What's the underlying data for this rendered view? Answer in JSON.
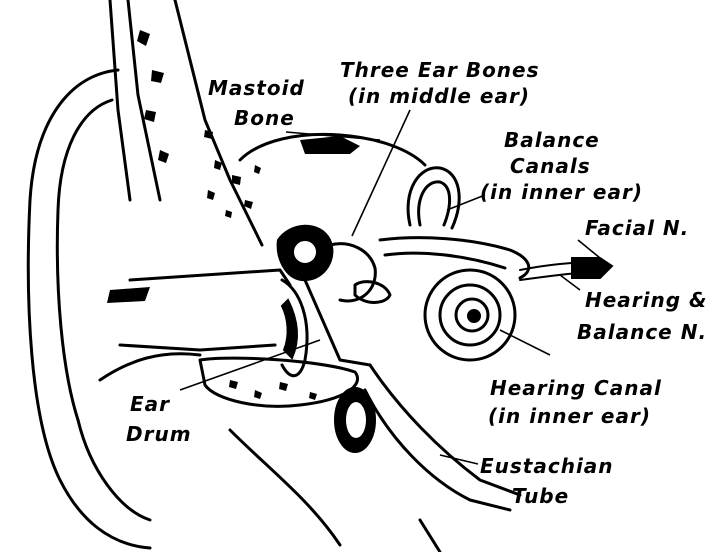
{
  "labels": {
    "three_ear_bones_1": "Three Ear Bones",
    "three_ear_bones_2": "(in middle ear)",
    "mastoid_1": "Mastoid",
    "mastoid_2": "Bone",
    "balance_canals_1": "Balance",
    "balance_canals_2": "Canals",
    "balance_canals_3": "(in inner ear)",
    "facial_nerve": "Facial N.",
    "hearing_balance_1": "Hearing &",
    "hearing_balance_2": "Balance N.",
    "hearing_canal_1": "Hearing Canal",
    "hearing_canal_2": "(in inner ear)",
    "ear_drum_1": "Ear",
    "ear_drum_2": "Drum",
    "eustachian_1": "Eustachian",
    "eustachian_2": "Tube"
  }
}
